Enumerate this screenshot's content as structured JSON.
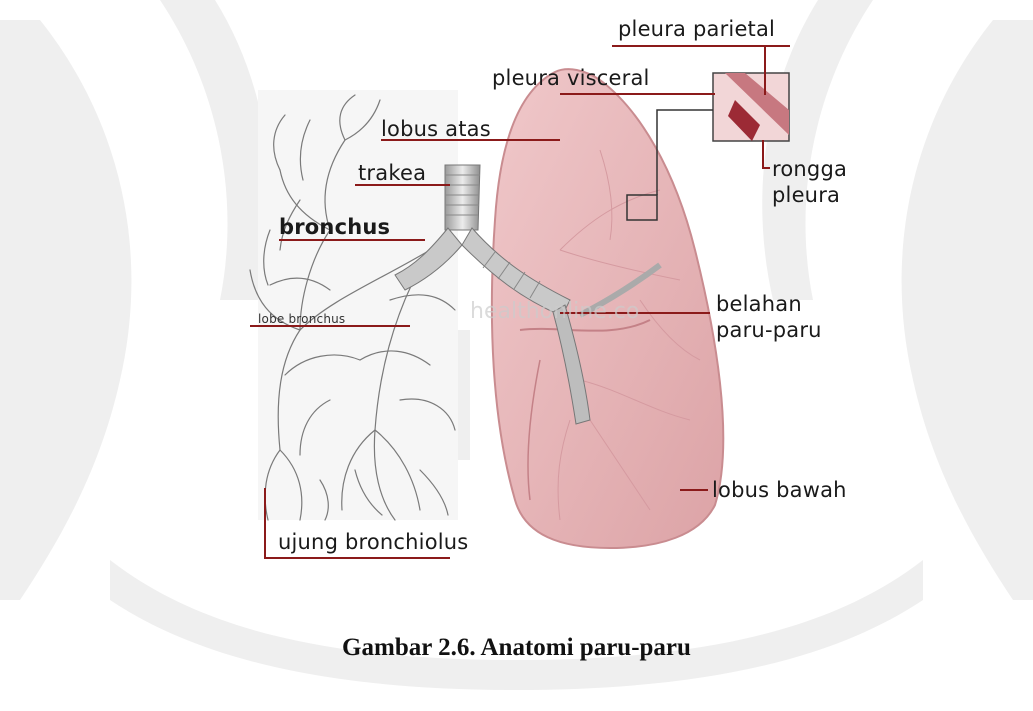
{
  "figure": {
    "caption": "Gambar 2.6. Anatomi paru-paru",
    "watermark_text": "healthonline.co",
    "labels": {
      "pleura_parietal": "pleura parietal",
      "pleura_visceral": "pleura visceral",
      "lobus_atas": "lobus atas",
      "trakea": "trakea",
      "bronchus": "bronchus",
      "lobe_bronchus": "lobe bronchus",
      "rongga_pleura": "rongga\npleura",
      "belahan_paru_paru": "belahan\nparu-paru",
      "lobus_bawah": "lobus bawah",
      "ujung_bronchiolus": "ujung bronchiolus"
    },
    "colors": {
      "leader_line": "#8b1a1a",
      "lung_fill": "#e7b7b9",
      "lung_edge": "#c98c90",
      "bronchi": "#c9c9c9",
      "university_watermark": "#ececec"
    }
  }
}
